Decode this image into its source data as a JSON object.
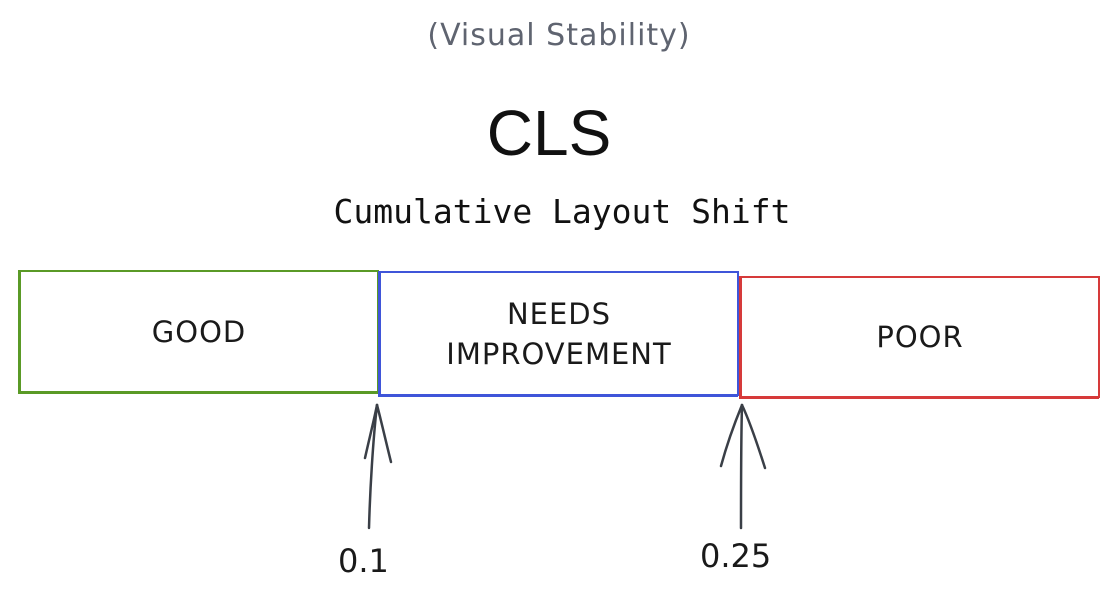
{
  "subtitle": "(Visual Stability)",
  "title": "CLS",
  "full_name": "Cumulative Layout Shift",
  "bands": [
    {
      "label": "GOOD",
      "color": "#5a9a26"
    },
    {
      "label": "NEEDS IMPROVEMENT",
      "color": "#3f55d9"
    },
    {
      "label": "POOR",
      "color": "#d63a3a"
    }
  ],
  "thresholds": [
    {
      "label": "0.1",
      "icon": "arrow-up-icon"
    },
    {
      "label": "0.25",
      "icon": "arrow-up-icon"
    }
  ],
  "colors": {
    "text": "#1a1a1a",
    "subtitle": "#5f6470",
    "arrow": "#3a3f47"
  }
}
